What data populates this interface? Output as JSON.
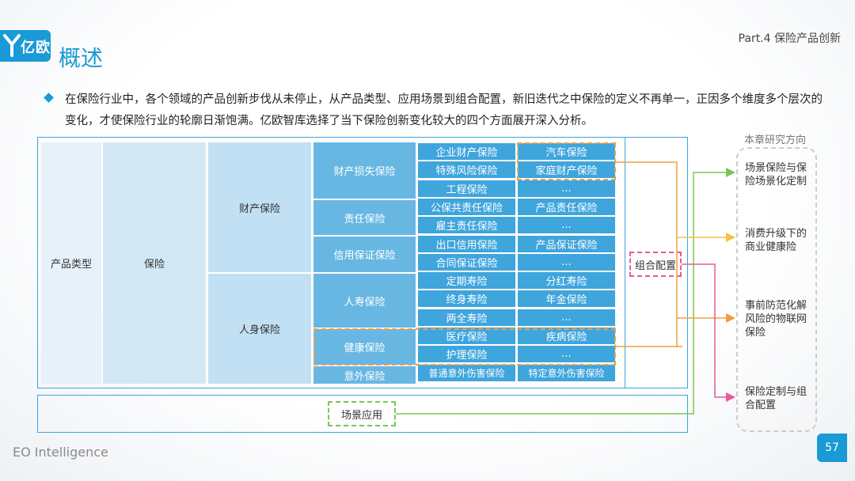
{
  "header": {
    "logo_text": "亿欧",
    "title": "概述",
    "part_label": "Part.4 保险产品创新"
  },
  "intro": {
    "text": "在保险行业中，各个领域的产品创新步伐从未停止，从产品类型、应用场景到组合配置，新旧迭代之中保险的定义不再单一，正因多个维度多个层次的变化，才使保险行业的轮廓日渐饱满。亿欧智库选择了当下保险创新变化较大的四个方面展开深入分析。"
  },
  "diagram": {
    "product_type": "产品类型",
    "insurance": "保险",
    "property": "财产保险",
    "personal": "人身保险",
    "categories": {
      "property_loss": "财产损失保险",
      "liability": "责任保险",
      "credit": "信用保证保险",
      "life": "人寿保险",
      "health": "健康保险",
      "accident": "意外保险"
    },
    "leaves": {
      "r1c1": "企业财产保险",
      "r1c2": "汽车保险",
      "r2c1": "特殊风险保险",
      "r2c2": "家庭财产保险",
      "r3c1": "工程保险",
      "r3c2": "...",
      "r4c1": "公保共责任保险",
      "r4c2": "产品责任保险",
      "r5c1": "雇主责任保险",
      "r5c2": "...",
      "r6c1": "出口信用保险",
      "r6c2": "产品保证保险",
      "r7c1": "合同保证保险",
      "r7c2": "...",
      "r8c1": "定期寿险",
      "r8c2": "分红寿险",
      "r9c1": "终身寿险",
      "r9c2": "年金保险",
      "r10c1": "两全寿险",
      "r10c2": "...",
      "r11c1": "医疗保险",
      "r11c2": "疾病保险",
      "r12c1": "护理保险",
      "r12c2": "...",
      "r13c1": "普通意外伤害保险",
      "r13c2": "特定意外伤害保险"
    },
    "combo": "组合配置",
    "scenario": "场景应用"
  },
  "side": {
    "chapter_label": "本章研究方向",
    "items": [
      "场景保险与保险场景化定制",
      "消费升级下的商业健康险",
      "事前防范化解风险的物联网保险",
      "保险定制与组合配置"
    ],
    "item_lines": [
      [
        "场景保险与保",
        "险场景化定制"
      ],
      [
        "消费升级下的",
        "商业健康险"
      ],
      [
        "事前防范化解",
        "风险的物联网",
        "保险"
      ],
      [
        "保险定制与组",
        "合配置"
      ]
    ]
  },
  "colors": {
    "accent": "#1a9ad6",
    "orange": "#f0a040",
    "green": "#7ac757",
    "pink": "#e85a9c"
  },
  "footer": {
    "brand": "EO Intelligence",
    "page_number": "57"
  }
}
